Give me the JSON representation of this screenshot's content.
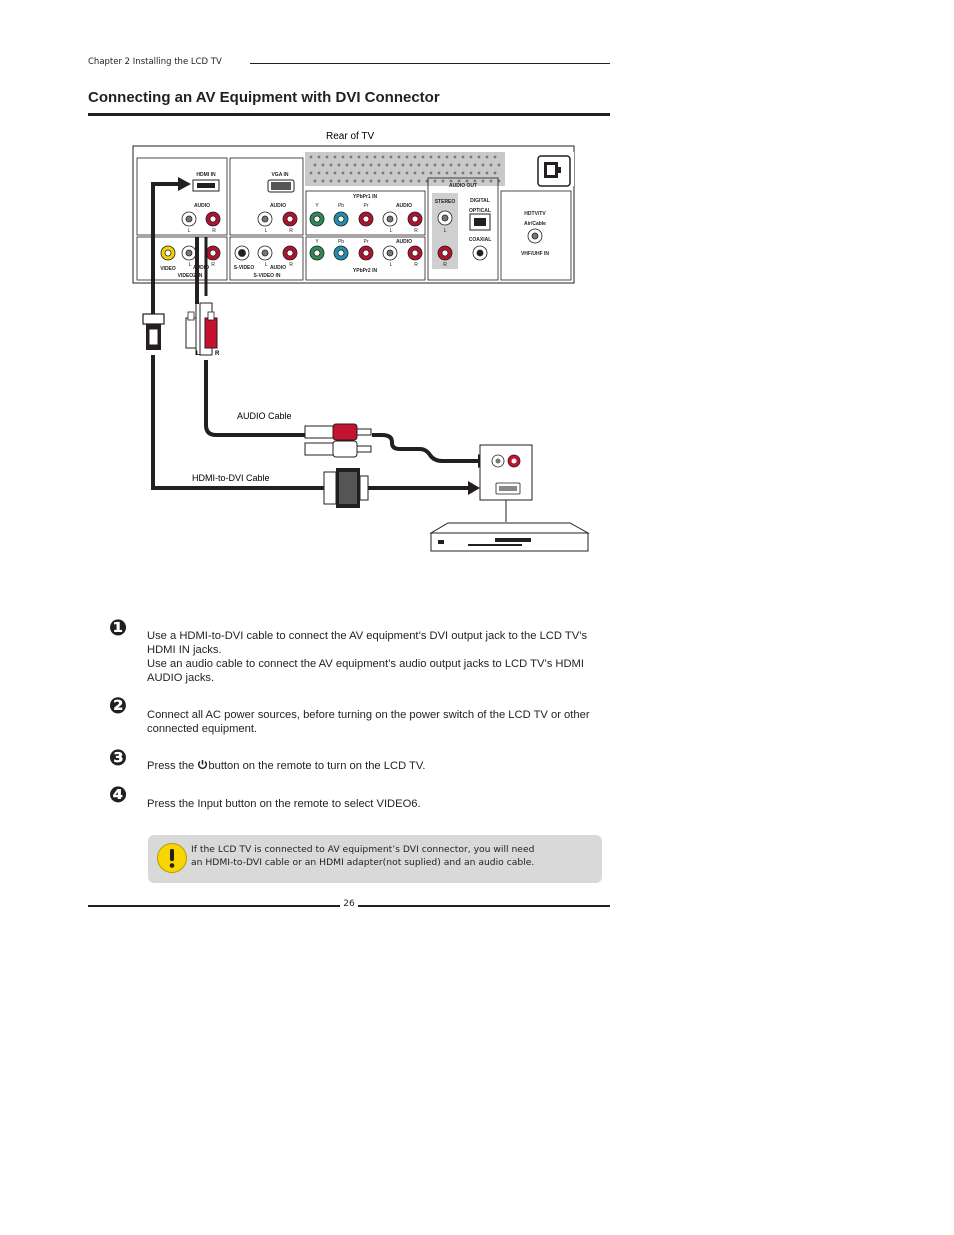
{
  "header": {
    "chapter": "Chapter 2 Installing the LCD TV"
  },
  "section": {
    "title": "Connecting an AV Equipment with DVI Connector"
  },
  "diagram": {
    "rear_label": "Rear of TV",
    "audio_cable_label": "AUDIO Cable",
    "hdmi_dvi_cable_label": "HDMI-to-DVI Cable",
    "panel_labels": {
      "hdmi_in": "HDMI IN",
      "vga_in": "VGA IN",
      "audio": "AUDIO",
      "l": "L",
      "r": "R",
      "ypbpr1_in": "YPbPr1 IN",
      "ypbpr2_in": "YPbPr2 IN",
      "y": "Y",
      "pb": "Pb",
      "pr": "Pr",
      "audio_out": "AUDIO OUT",
      "stereo": "STEREO",
      "digital": "DIGITAL",
      "optical": "OPTICAL",
      "coaxial": "COAXIAL",
      "hdtv_tv": "HDTV/TV",
      "air_cable": "Air/Cable",
      "vhf_uhf_in": "VHF/UHF IN",
      "video": "VIDEO",
      "video2_in": "VIDEO2 IN",
      "s_video": "S-VIDEO",
      "s_video_in": "S-VIDEO IN"
    },
    "plug_labels": {
      "l": "L",
      "r": "R"
    }
  },
  "steps": [
    {
      "icon": "❶",
      "lines": [
        "Use a HDMI-to-DVI cable to connect the AV equipment’s DVI output jack to the LCD TV’s HDMI IN jacks.",
        "Use an audio cable to connect the AV equipment’s audio output jacks to LCD TV’s HDMI AUDIO jacks."
      ]
    },
    {
      "icon": "❷",
      "lines": [
        "Connect all AC power sources, before turning on the power switch of the LCD TV or other connected equipment."
      ]
    },
    {
      "icon": "❸",
      "pre": "Press the ",
      "post": "button on the remote to turn on the LCD TV."
    },
    {
      "icon": "❹",
      "lines": [
        "Press the Input button on the remote to select VIDEO6."
      ]
    }
  ],
  "note": {
    "line1": "If the LCD TV is connected to AV equipment’s DVI connector,  you will need",
    "line2": "an HDMI-to-DVI cable or  an HDMI adapter(not suplied) and an audio cable."
  },
  "footer": {
    "page_number": "26"
  }
}
